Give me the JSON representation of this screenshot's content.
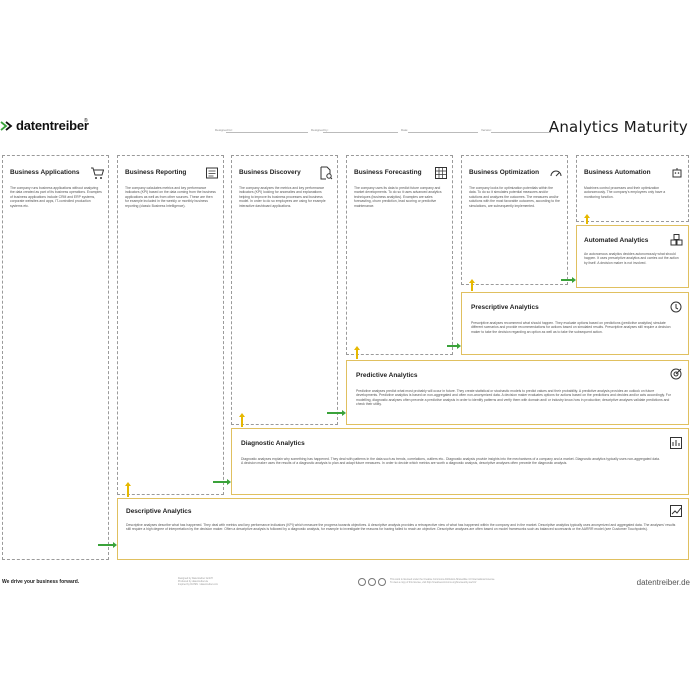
{
  "header": {
    "brand": "datentreiber",
    "title": "Analytics Maturity",
    "fields": [
      "Designed for:",
      "Designed by:",
      "Date:",
      "Version:"
    ]
  },
  "columns": [
    {
      "title": "Business Applications",
      "icon": "cart-icon",
      "text": "The company runs business applications without analyzing the data created as part of its business operations. Examples of business applications include CRM and ERP systems, corporate websites and apps, IT-controlled production systems etc."
    },
    {
      "title": "Business Reporting",
      "icon": "report-icon",
      "text": "The company calculates metrics and key performance indicators (KPI) based on the data coming from the business applications as well as from other sources. These are then for example included in the weekly or monthly business reporting (classic Business Intelligence)."
    },
    {
      "title": "Business Discovery",
      "icon": "magnify-doc-icon",
      "text": "The company analyzes the metrics and key performance indicators (KPI) looking for anomalies and explanations helping to improve its business processes and business model. In order to do so employees are using for example interactive dashboard applications."
    },
    {
      "title": "Business Forecasting",
      "icon": "forecast-icon",
      "text": "The company uses its data to predict future company and market developments. To do so it uses advanced analytics techniques (business analytics). Examples are sales forecasting, churn prediction, lead scoring or predictive maintenance."
    },
    {
      "title": "Business Optimization",
      "icon": "gauge-icon",
      "text": "The company looks for optimization potentials within the data. To do so it simulates potential measures and/or solutions and analyzes the outcomes. The measures and/or solutions with the most favorable outcomes, according to the simulations, are subsequently implemented."
    },
    {
      "title": "Business Automation",
      "icon": "robot-icon",
      "text": "Machines control processes and their optimization autonomously. The company's employees only have a monitoring function."
    }
  ],
  "stages": {
    "automated": {
      "title": "Automated Analytics",
      "icon": "cubes-icon",
      "text": "An autonomous analytics decides autonomously what should happen. It uses prescriptive analytics and carries out the action by itself. A decision maker is not involved."
    },
    "prescriptive": {
      "title": "Prescriptive Analytics",
      "icon": "pointer-icon",
      "text": "Prescriptive analyses recommend what should happen. They evaluate options based on predictions (predictive analytics) simulate different scenarios and provide recommendations for actions based on simulated results. Prescriptive analyses still require a decision maker to take the decision regarding an option as well as to take the subsequent action."
    },
    "predictive": {
      "title": "Predictive Analytics",
      "icon": "target-icon",
      "text": "Predictive analyses predict what most probably will occur in future. They create statistical or stochastic models to predict values and their probability. A predictive analysis provides an outlook on future developments. Predictive analytics is based on non-aggregated and often non-anonymized data. A decision maker evaluates options for actions based on the predictions and decides and/or acts accordingly. For modelling, diagnostic analyses often precede a predictive analysis in order to identify patterns and verify them with domain and/ or industry know-how in production; descriptive analyses validate predictions and check their utility."
    },
    "diagnostic": {
      "title": "Diagnostic Analytics",
      "icon": "diagnose-icon",
      "text": "Diagnostic analyses explain why something has happened. They deal with patterns in the data such as trends, correlations, outliers etc.. Diagnostic analysis provide insights into the mechanisms of a company and a market. Diagnostic analytics typically uses non-aggregated data. A decision maker uses the results of a diagnostic analysis to plan and adapt future measures. In order to decide which metrics are worth a diagnostic analysis, descriptive analyses often precede the diagnostic analysis."
    },
    "descriptive": {
      "title": "Descriptive Analytics",
      "icon": "chart-icon",
      "text": "Descriptive analyses describe what has happened. They deal with metrics and key performance indicators (KPI) which measure the progress towards objectives. A descriptive analysis provides a retrospective view of what has happened within the company and in the market. Descriptive analytics typically uses anonymized and aggregated data. The analyses' results still require a high degree of interpretation by the decision maker. Often a descriptive analysis is followed by a diagnostic analysis, for example to investigate the reasons for having failed to reach an objective. Descriptive analyses are often based on model frameworks such as balanced scorecards or the AARRR model (see Customer Touchpoints)."
    }
  },
  "footer": {
    "tagline": "We drive your business forward.",
    "credits": [
      "Designed by Datentreiber GmbH",
      "Produced by datentreiber.de",
      "Inspired by DATEV / datentreiber.com"
    ],
    "license": [
      "This work is licensed under the Creative Commons Attribution-ShareAlike 4.0 International License.",
      "To view a copy of this license, visit http://creativecommons.org/licenses/by-sa/4.0/"
    ],
    "brand_url": "datentreiber.de"
  }
}
